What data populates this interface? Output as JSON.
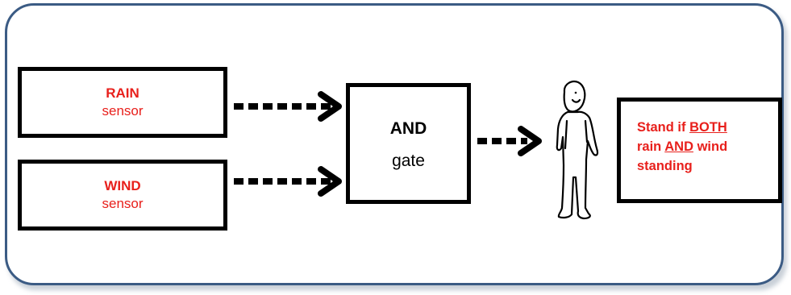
{
  "inputs": {
    "rain": {
      "name": "RAIN",
      "type": "sensor"
    },
    "wind": {
      "name": "WIND",
      "type": "sensor"
    }
  },
  "gate": {
    "name": "AND",
    "type": "gate"
  },
  "output": {
    "line1_prefix": "Stand if ",
    "line1_emph": "BOTH",
    "line2_prefix": "rain ",
    "line2_emph": "AND",
    "line2_suffix": " wind",
    "line3": "standing"
  },
  "colors": {
    "frame_border": "#3b5b84",
    "label_red": "#e8201c",
    "stroke": "#000000"
  },
  "icons": {
    "person": "person-figure-icon"
  }
}
